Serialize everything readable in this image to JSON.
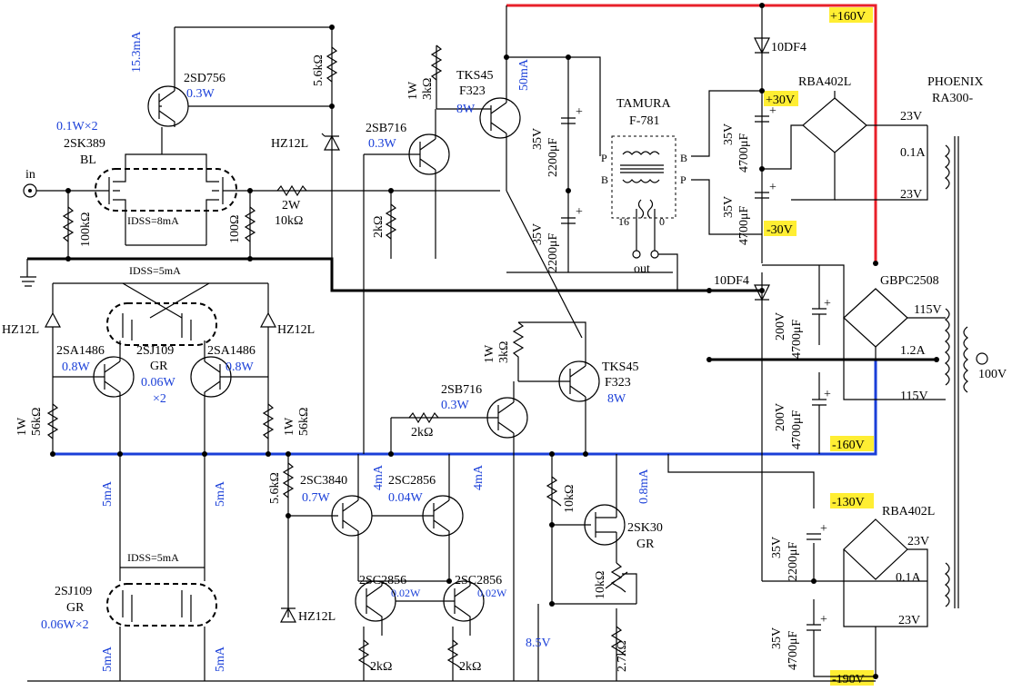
{
  "rails": {
    "p160": "+160V",
    "p30": "+30V",
    "m30": "-30V",
    "m160": "-160V",
    "m130": "-130V",
    "m190": "-190V"
  },
  "input": {
    "label": "in"
  },
  "output": {
    "label": "out",
    "tap16": "16",
    "tap0": "0"
  },
  "transformer_out": {
    "name": "TAMURA",
    "model": "F-781",
    "p": "P",
    "b": "B"
  },
  "power_transformer": {
    "name": "PHOENIX",
    "model": "RA300-",
    "primary": "100V"
  },
  "secondaries": {
    "v23a": "23V",
    "a01a": "0.1A",
    "v23b": "23V",
    "v115a": "115V",
    "a12": "1.2A",
    "v115b": "115V",
    "v23c": "23V",
    "a01b": "0.1A",
    "v23d": "23V"
  },
  "bridges": {
    "b1": "RBA402L",
    "b2": "GBPC2508",
    "b3": "RBA402L"
  },
  "diodes": {
    "d1": "10DF4",
    "d2": "10DF4"
  },
  "zeners": {
    "z1": "HZ12L",
    "z2": "HZ12L",
    "z3": "HZ12L",
    "z4": "HZ12L"
  },
  "semis": {
    "q1": "2SD756",
    "q1p": "0.3W",
    "q1i": "15.3mA",
    "jfet1": "2SK389",
    "jfet1g": "BL",
    "jfet1p": "0.1W×2",
    "jfet1i": "IDSS=8mA",
    "tks1": "TKS45",
    "tks1m": "F323",
    "tks1p": "8W",
    "tks1i": "50mA",
    "sb1": "2SB716",
    "sb1p": "0.3W",
    "jfet2": "2SJ109",
    "jfet2g": "GR",
    "jfet2p": "0.06W",
    "jfet2x": "×2",
    "jfet2i": "IDSS=5mA",
    "sa1": "2SA1486",
    "sa1p": "0.8W",
    "sa2": "2SA1486",
    "sa2p": "0.8W",
    "tks2": "TKS45",
    "tks2m": "F323",
    "tks2p": "8W",
    "sb2": "2SB716",
    "sb2p": "0.3W",
    "sc3840": "2SC3840",
    "sc3840p": "0.7W",
    "sc3840i": "4mA",
    "sc2856a": "2SC2856",
    "sc2856ap": "0.04W",
    "sc2856ai": "4mA",
    "sk30": "2SK30",
    "sk30g": "GR",
    "sk30i": "0.8mA",
    "sc2856b": "2SC2856",
    "sc2856bp": "0.02W",
    "sc2856c": "2SC2856",
    "sc2856cp": "0.02W",
    "jfet3": "2SJ109",
    "jfet3g": "GR",
    "jfet3p": "0.06W×2",
    "jfet3i": "IDSS=5mA"
  },
  "resistors": {
    "r56k": "5.6kΩ",
    "r100k": "100kΩ",
    "r100": "100Ω",
    "r10k2w": "2W",
    "r10k2wv": "10kΩ",
    "r1w3k": "1W",
    "r3k": "3kΩ",
    "r2k": "2kΩ",
    "r1w56ka": "1W",
    "r56ka": "56kΩ",
    "r1w56kb": "1W",
    "r56kb": "56kΩ",
    "r1w3kb": "1W",
    "r3kb": "3kΩ",
    "r2kb": "2kΩ",
    "r56k2": "5.6kΩ",
    "r10kb": "10kΩ",
    "rvr10k": "10kΩ",
    "r27k": "2.7kΩ",
    "r2kc": "2kΩ",
    "r2kd": "2kΩ"
  },
  "caps": {
    "c1v": "35V",
    "c1": "2200μF",
    "c2v": "35V",
    "c2": "2200μF",
    "c3v": "35V",
    "c3": "4700μF",
    "c4v": "35V",
    "c4": "4700μF",
    "c5v": "200V",
    "c5": "4700μF",
    "c6v": "200V",
    "c6": "4700μF",
    "c7v": "35V",
    "c7": "2200μF",
    "c8v": "35V",
    "c8": "4700μF"
  },
  "currents": {
    "i5a": "5mA",
    "i5b": "5mA",
    "i5c": "5mA",
    "i5d": "5mA"
  },
  "volt": {
    "v85": "8.5V"
  },
  "colors": {
    "hv_positive": "#e8202a",
    "hv_negative": "#1a3fd8",
    "rail_highlight": "#ffee33",
    "annotation": "#1a3fd8"
  }
}
